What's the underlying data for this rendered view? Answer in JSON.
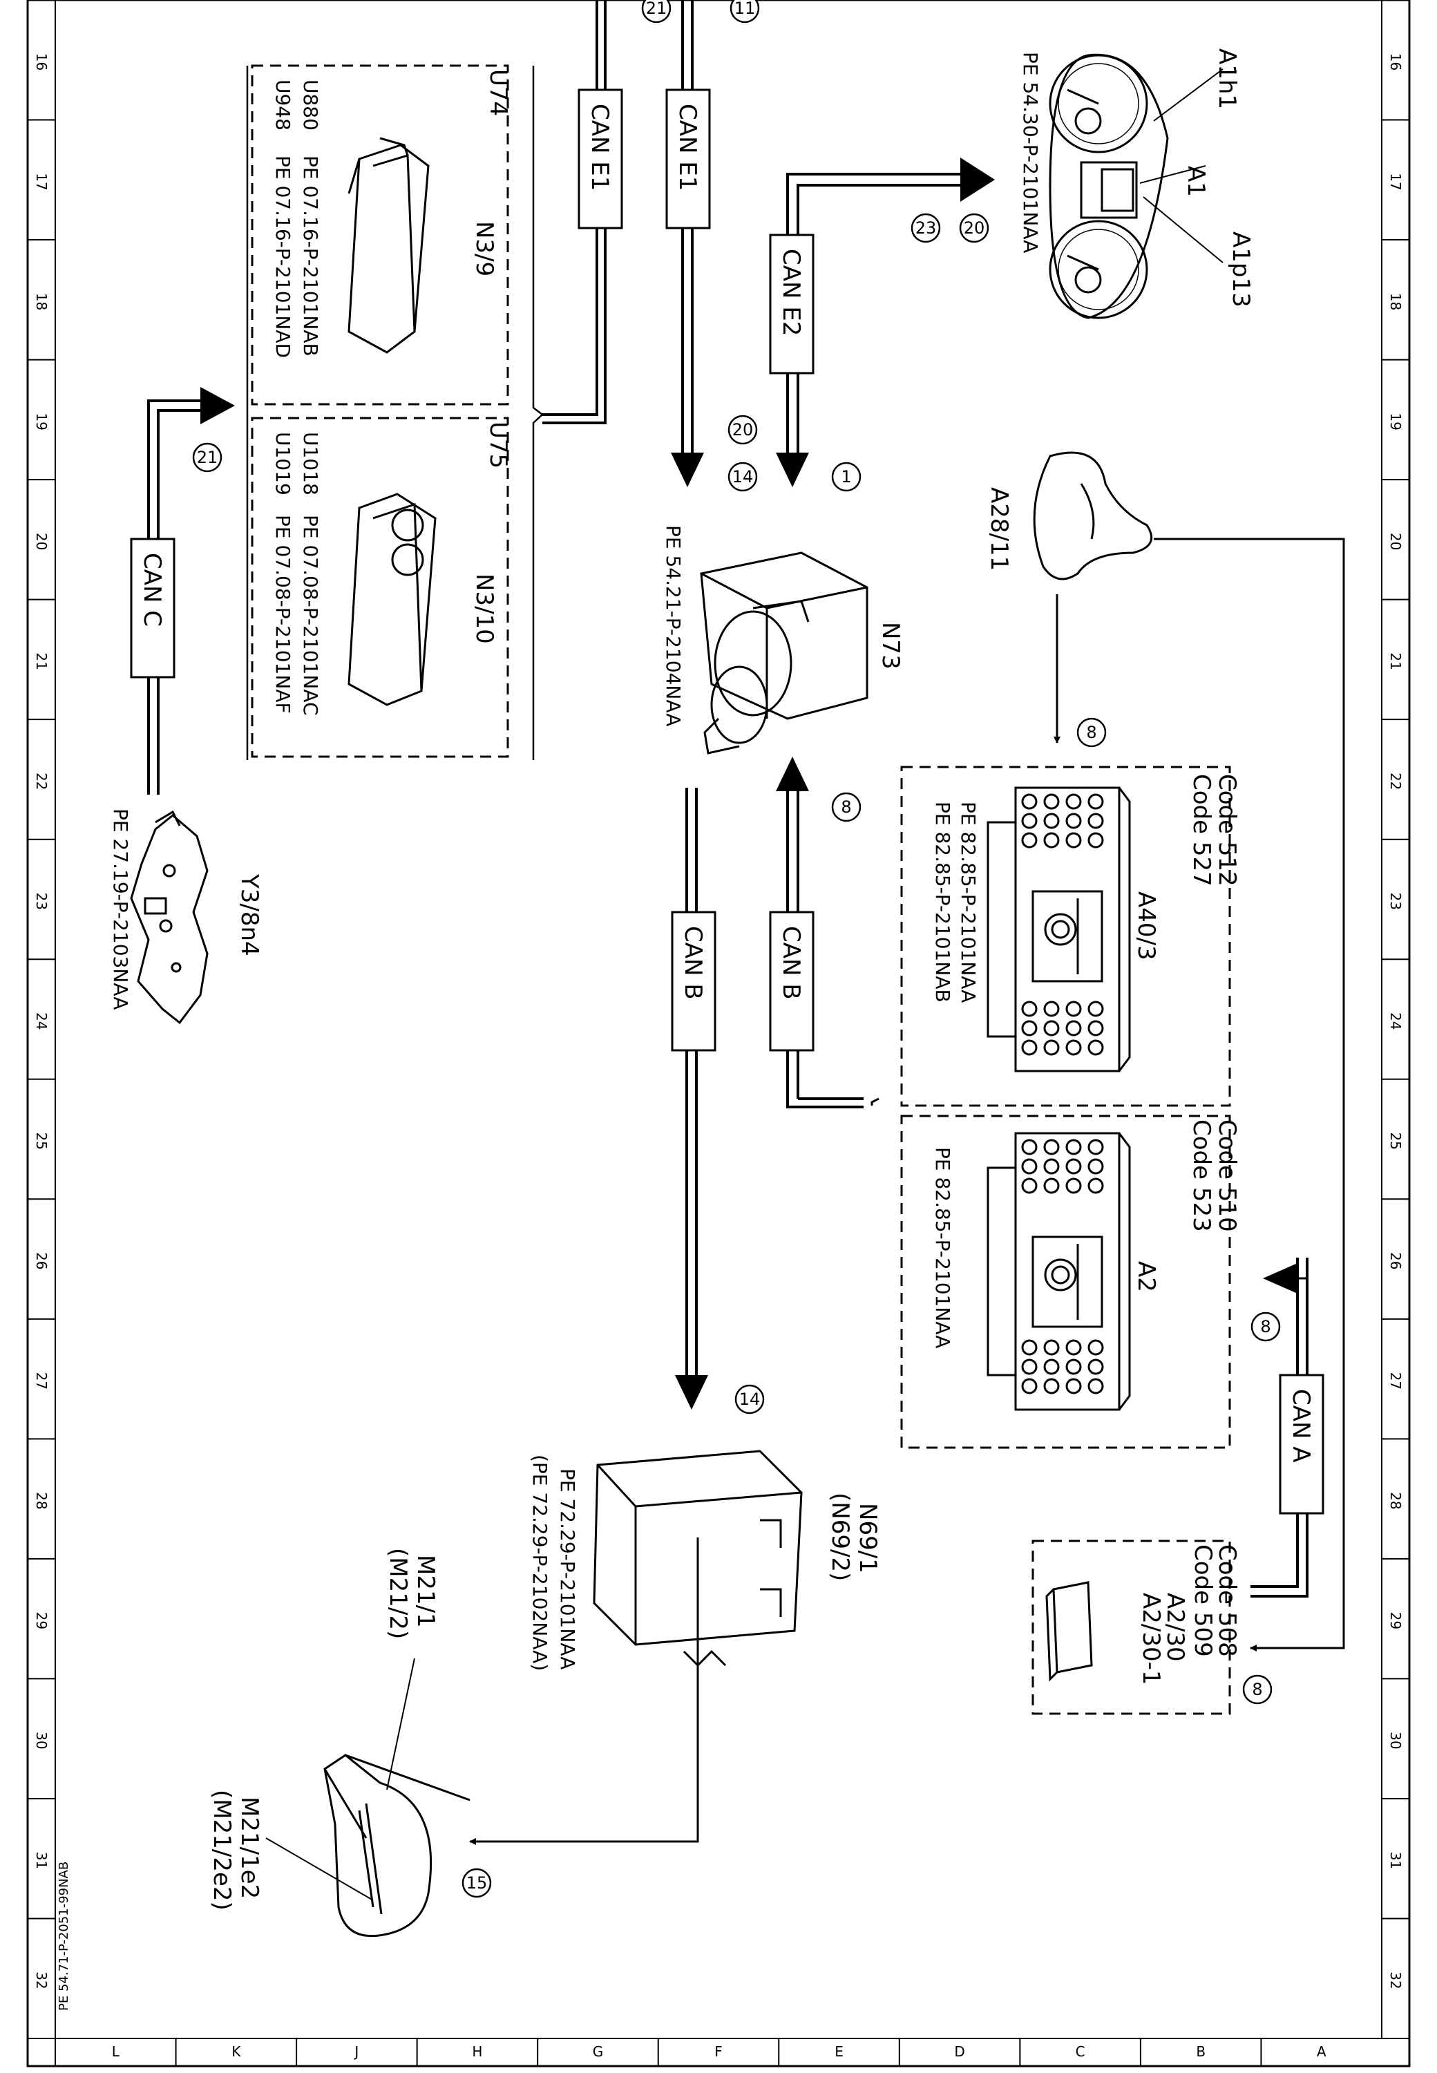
{
  "frame": {
    "rows": [
      "16",
      "17",
      "18",
      "19",
      "20",
      "21",
      "22",
      "23",
      "24",
      "25",
      "26",
      "27",
      "28",
      "29",
      "30",
      "31",
      "32"
    ],
    "cols": [
      "L",
      "K",
      "J",
      "H",
      "G",
      "F",
      "E",
      "D",
      "C",
      "B",
      "A"
    ]
  },
  "document_id": "PE 54.71-P-2051-99NAB",
  "buses": {
    "can_e1_a": "CAN E1",
    "can_e1_b": "CAN E1",
    "can_e2": "CAN E2",
    "can_c": "CAN C",
    "can_b_a": "CAN B",
    "can_b_b": "CAN B",
    "can_a": "CAN A"
  },
  "connectors": {
    "c21_top": "21",
    "c11_top": "11",
    "c20_a": "20",
    "c23": "23",
    "c20_b": "20",
    "c14_a": "14",
    "c1": "1",
    "c21_side": "21",
    "c8_a": "8",
    "c8_b": "8",
    "c8_c": "8",
    "c8_d": "8",
    "c14_b": "14",
    "c15": "15"
  },
  "components": {
    "a1h1": "A1h1",
    "a1": "A1",
    "a1p13": "A1p13",
    "a1_ref": "PE 54.30-P-2101NAA",
    "u74": "U74",
    "n3_9": "N3/9",
    "u880": "U880",
    "u880_ref": "PE 07.16-P-2101NAB",
    "u948": "U948",
    "u948_ref": "PE 07.16-P-2101NAD",
    "u75": "U75",
    "n3_10": "N3/10",
    "u1018": "U1018",
    "u1018_ref": "PE 07.08-P-2101NAC",
    "u1019": "U1019",
    "u1019_ref": "PE 07.08-P-2101NAF",
    "n73": "N73",
    "n73_ref": "PE 54.21-P-2104NAA",
    "a28_11": "A28/11",
    "y3_8n4": "Y3/8n4",
    "y3_ref": "PE 27.19-P-2103NAA",
    "code512": "Code 512",
    "code527": "Code 527",
    "a40_3": "A40/3",
    "a40_ref1": "PE 82.85-P-2101NAA",
    "a40_ref2": "PE 82.85-P-2101NAB",
    "code510": "Code 510",
    "code523": "Code 523",
    "a2": "A2",
    "a2_ref": "PE 82.85-P-2101NAA",
    "code508": "Code 508",
    "code509": "Code 509",
    "a2_30": "A2/30",
    "a2_30_1": "A2/30-1",
    "n69_1": "N69/1",
    "n69_2": "(N69/2)",
    "n69_ref1": "PE 72.29-P-2101NAA",
    "n69_ref2": "(PE 72.29-P-2102NAA)",
    "m21_1": "M21/1",
    "m21_2": "(M21/2)",
    "m21_1e2": "M21/1e2",
    "m21_2e2": "(M21/2e2)"
  }
}
